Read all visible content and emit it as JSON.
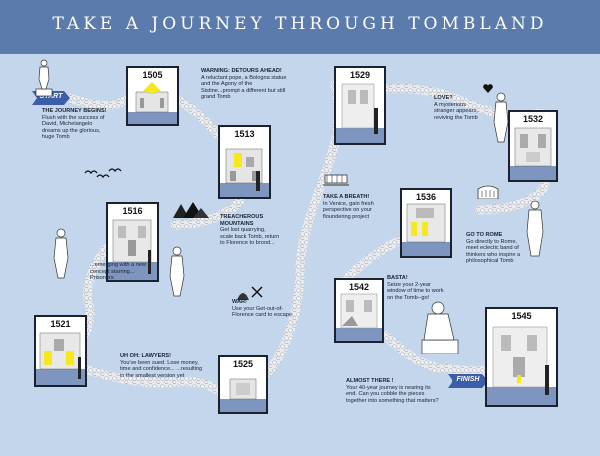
{
  "title": "TAKE A JOURNEY    THROUGH TOMBLAND",
  "start_label": "START",
  "finish_label": "FINISH",
  "stations": [
    {
      "year": "1505"
    },
    {
      "year": "1513"
    },
    {
      "year": "1516"
    },
    {
      "year": "1521"
    },
    {
      "year": "1525"
    },
    {
      "year": "1529"
    },
    {
      "year": "1532"
    },
    {
      "year": "1536"
    },
    {
      "year": "1542"
    },
    {
      "year": "1545"
    }
  ],
  "notes": {
    "begins": {
      "head": "THE JOURNEY BEGINS!",
      "body": "Flush with the success of David, Michelangelo dreams up the glorious, huge Tomb"
    },
    "detours": {
      "head": "WARNING: DETOURS AHEAD!",
      "body": "A reluctant pope, a Bologna statue and the Agony of the Sistine...prompt a different but still grand Tomb"
    },
    "mountains": {
      "head": "TREACHEROUS MOUNTAINS",
      "body": "Get lost quarrying, scale back Tomb, return to Florence to brood..."
    },
    "emerging": {
      "head": "",
      "body": "...emerging with a new concept starring... Prisoners"
    },
    "war": {
      "head": "WAR!",
      "body": "Use your Get-out-of-Florence card to escape"
    },
    "lawyers": {
      "head": "UH OH: LAWYERS!",
      "body": "You've been sued. Lose money, time and confidence... ...resulting in the smallest version yet"
    },
    "breath": {
      "head": "TAKE A BREATH!",
      "body": "In Venice, gain fresh perspective on your floundering project"
    },
    "love": {
      "head": "LOVE?",
      "body": "A mysterious stranger appears, reviving the Tomb"
    },
    "rome": {
      "head": "GO TO  ROME",
      "body": "Go directly to Rome, meet eclectic band of thinkers who inspire a philosophical Tomb"
    },
    "basta": {
      "head": "BASTA!",
      "body": "Seize your 2-year window of time to work on the Tomb--go!"
    },
    "almost": {
      "head": "ALMOST THERE !",
      "body": "Your 40-year journey is nearing its end. Can you cobble the pieces together into something that matters?"
    }
  },
  "colors": {
    "background": "#c4d6ec",
    "header": "#5b7bad",
    "accent_yellow": "#f5e81c",
    "pill": "#3c5ea8",
    "floor": "#7d95bf",
    "path": "#d9dde2"
  },
  "icons": [
    "heart-icon",
    "crossed-swords-icon",
    "gondola-icon",
    "colosseum-icon",
    "mountain-icon",
    "birds-icon",
    "dome-icon"
  ]
}
